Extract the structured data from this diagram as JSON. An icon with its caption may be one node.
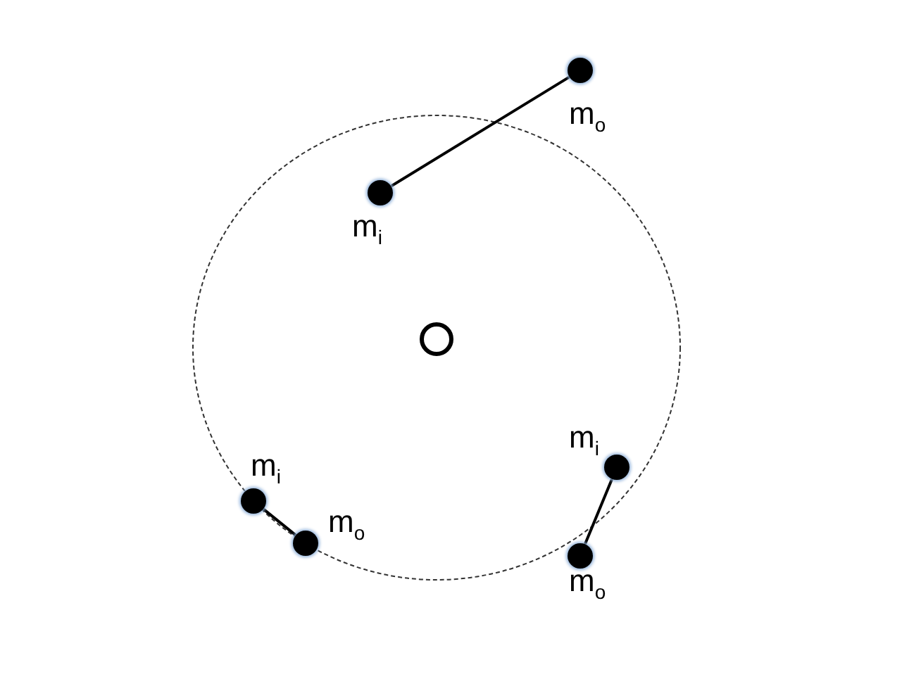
{
  "diagram": {
    "nodes": [
      {
        "text": [],
        "shape": "circle",
        "beside": [
          "m$_{o}$"
        ]
      },
      {
        "text": [],
        "shape": "circle",
        "beside": [
          "m$_{i}$"
        ]
      },
      {
        "text": [],
        "shape": "circle"
      },
      {
        "text": [],
        "shape": "circle",
        "beside": [
          "m$_{i}$"
        ]
      },
      {
        "text": [],
        "shape": "circle",
        "beside": [
          "m$_{o}$"
        ]
      },
      {
        "text": [],
        "shape": "circle",
        "beside": [
          "m$_{i}$"
        ]
      },
      {
        "text": [],
        "shape": "circle",
        "beside": [
          "m$_{o}$"
        ]
      }
    ],
    "edges": [
      {
        "from": 1,
        "to": 0,
        "arrow": "none"
      },
      {
        "from": 3,
        "to": 4,
        "arrow": "none"
      },
      {
        "from": 5,
        "to": 6,
        "arrow": "none"
      }
    ]
  }
}
